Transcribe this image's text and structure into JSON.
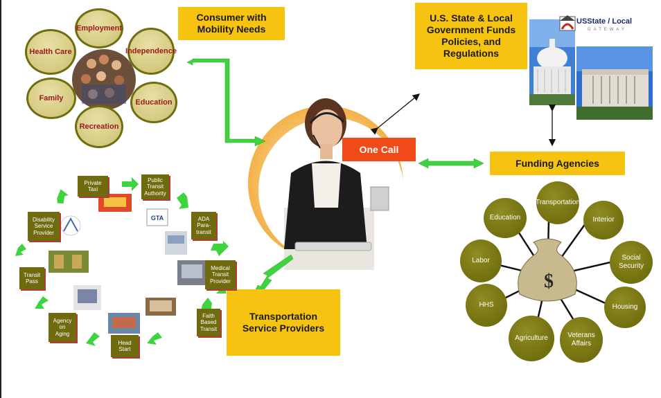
{
  "consumer_label": "Consumer with\nMobility Needs",
  "government_label": "U.S. State & Local\nGovernment Funds\nPolicies, and\nRegulations",
  "ussl_logo": {
    "title": "USState / Local",
    "subtitle": "GATEWAY"
  },
  "one_call_label": "One Call",
  "funding_label": "Funding Agencies",
  "transport_label": "Transportation\nService Providers",
  "needs": [
    "Employment",
    "Independence",
    "Education",
    "Recreation",
    "Family",
    "Health Care"
  ],
  "providers": [
    "Private\nTaxi",
    "Public\nTransit\nAuthority",
    "ADA\nPara-\ntransit",
    "Medical\nTransit\nProvider",
    "Faith\nBased\nTransit",
    "Head\nStart",
    "Agency\non\nAging",
    "Transit\nPass",
    "Disability\nService\nProvider"
  ],
  "agencies": [
    "Transportation",
    "Interior",
    "Social\nSecurity",
    "Housing",
    "Veterans\nAffairs",
    "Agriculture",
    "HHS",
    "Labor",
    "Education"
  ],
  "money_symbol": "$",
  "gta_label": "GTA",
  "colors": {
    "yellow": "#f6c410",
    "olive": "#6f6b0e",
    "arrow_green": "#3fd43f",
    "one_call": "#f04a18",
    "need_text": "#9b1a1a"
  }
}
